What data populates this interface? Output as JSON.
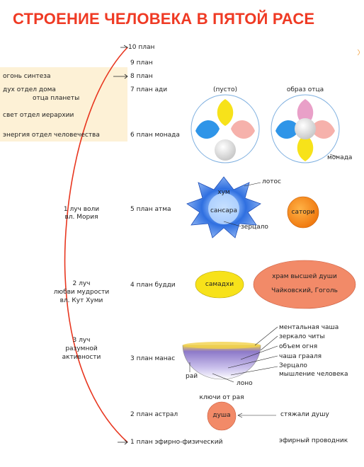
{
  "title": "СТРОЕНИЕ ЧЕЛОВЕКА В ПЯТОЙ РАСЕ",
  "planes": [
    "10 план",
    "9 план",
    "8 план",
    "7 план ади",
    "6 план монада",
    "5 план атма",
    "4 план будди",
    "3 план манас",
    "2 план астрал",
    "1 план эфирно-физический"
  ],
  "left_labels": {
    "fire_synthesis": "огонь синтеза",
    "spirit_1": "дух  отдел дома",
    "spirit_2": "отца планеты",
    "light": "свет  отдел иерархии",
    "energy": "энергия отдел человечества",
    "ray1_1": "1 луч воли",
    "ray1_2": "вл. Мория",
    "ray2_1": "2 луч",
    "ray2_2": "любви мудрости",
    "ray2_3": "вл. Кут Хуми",
    "ray3_1": "3 луч",
    "ray3_2": "разумной",
    "ray3_3": "активности"
  },
  "monad": {
    "empty_label": "(пусто)",
    "father_image": "образ отца",
    "monad_label": "монада"
  },
  "atma": {
    "lotus": "лотос",
    "hum": "хум",
    "sansara": "сансара",
    "saturn": "сатори",
    "mirror": "зерцало"
  },
  "buddhi": {
    "samadhi": "самадхи",
    "temple": "храм высшей души",
    "names": "Чайковский, Гоголь"
  },
  "manas": {
    "mental_cup": "ментальная чаша",
    "mirror_chita": "зеркало читы",
    "fire_volume": "объем огня",
    "grail_cup": "чаша грааля",
    "mirror2": "Зерцало",
    "thinking": "мышление человека",
    "paradise": "рай",
    "womb": "лоно",
    "keys": "ключи от рая"
  },
  "astral": {
    "soul": "душа",
    "gained": "стяжали душу"
  },
  "physical": {
    "etheric": "эфирный проводник"
  },
  "colors": {
    "title": "#ef3a24",
    "arc": "#e8361f",
    "yellow": "#f7e21a",
    "blue": "#2f95e8",
    "pink": "#f6b1ab",
    "orange": "#f48a1f",
    "salmon": "#f28a68",
    "lotus": "#2f6fe0",
    "cup": "#8d79c9",
    "left_box": "#fdf1d6"
  }
}
